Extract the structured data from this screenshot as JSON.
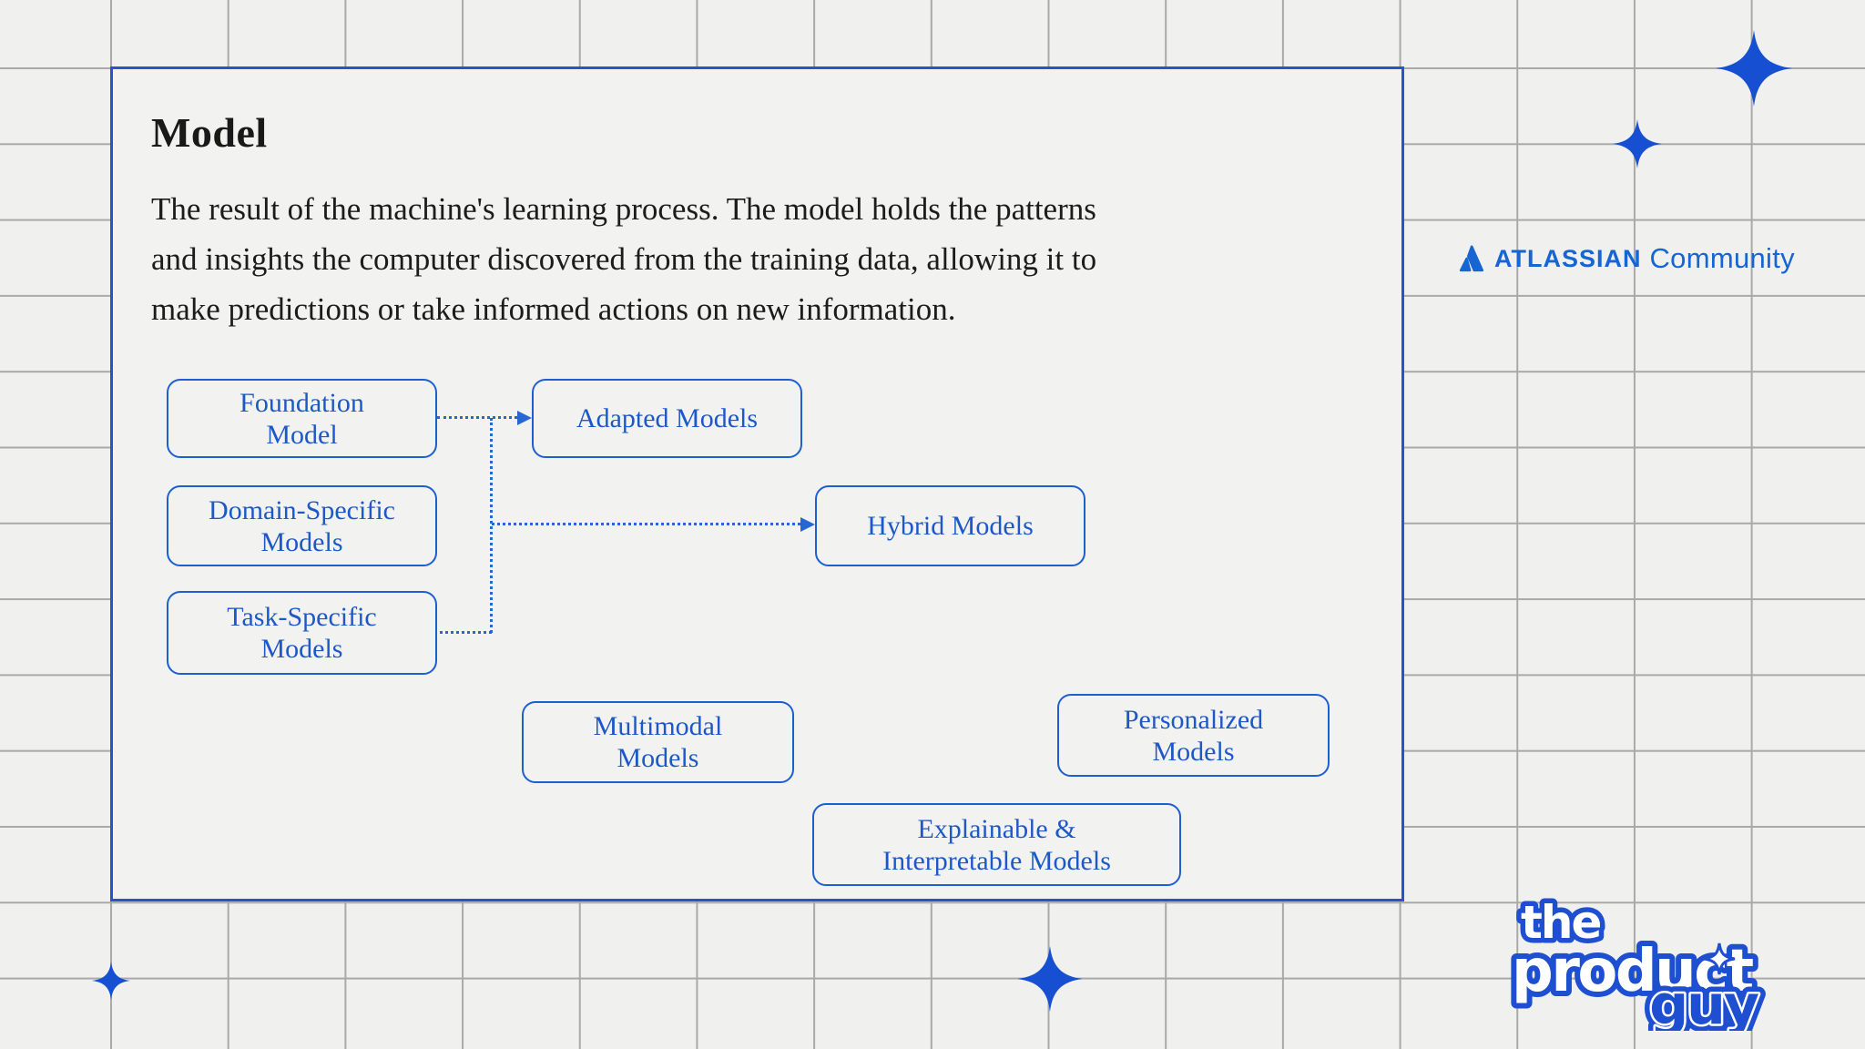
{
  "colors": {
    "background": "#f0f0ee",
    "grid_line": "#a9a9a9",
    "card_background": "#f2f2f1",
    "card_border": "#2456c8",
    "node_border": "#1e5fd0",
    "node_text": "#1d58c7",
    "connector": "#2767d2",
    "heading_text": "#191919",
    "body_text": "#1c1c1c",
    "atlassian_blue": "#1565d2",
    "logo_blue": "#1d4fd0",
    "star_blue": "#164fd2"
  },
  "card": {
    "title": "Model",
    "description": "The result of the machine's learning process. The model holds the patterns\nand insights the computer discovered from the training data, allowing it to\nmake predictions or take informed actions on new information."
  },
  "diagram": {
    "nodes": {
      "foundation": {
        "label": "Foundation\nModel"
      },
      "adapted": {
        "label": "Adapted Models"
      },
      "domain_specific": {
        "label": "Domain-Specific\nModels"
      },
      "hybrid": {
        "label": "Hybrid Models"
      },
      "task_specific": {
        "label": "Task-Specific\nModels"
      },
      "multimodal": {
        "label": "Multimodal\nModels"
      },
      "personalized": {
        "label": "Personalized\nModels"
      },
      "explainable": {
        "label": "Explainable &\nInterpretable Models"
      }
    }
  },
  "branding": {
    "atlassian": {
      "wordmark": "ATLASSIAN",
      "suffix": "Community"
    },
    "product_guy": {
      "word_top": "the",
      "word_middle": "product",
      "word_bottom": "guy"
    }
  }
}
